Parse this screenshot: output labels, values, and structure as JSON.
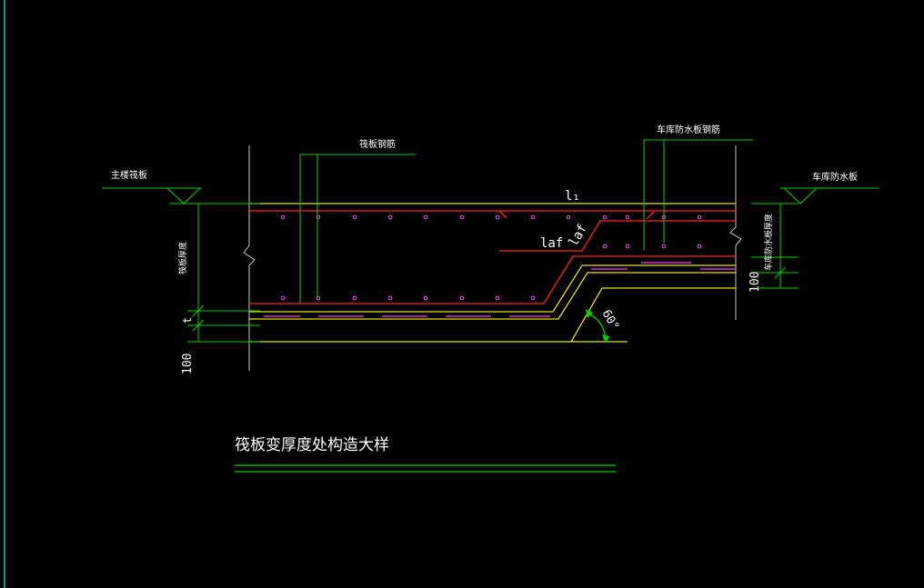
{
  "labels": {
    "main_raft": "主楼筏板",
    "raft_rebar": "筏板钢筋",
    "garage_rebar": "车库防水板钢筋",
    "garage_slab": "车库防水板",
    "raft_thickness": "筏板厚度",
    "garage_thickness": "车库防水板厚度",
    "l1": "l₁",
    "laf_1": "laf",
    "laf_2": "laf",
    "t": "t",
    "dim_100_left": "100",
    "dim_100_right": "100",
    "angle": "60°",
    "title": "筏板变厚度处构造大样"
  },
  "colors": {
    "background": "#000000",
    "green": "#00d000",
    "yellow": "#e8e000",
    "red": "#ff2020",
    "magenta": "#ff40ff",
    "white": "#ffffff",
    "grey": "#c8c8c8",
    "cyan": "#00c8c8"
  }
}
